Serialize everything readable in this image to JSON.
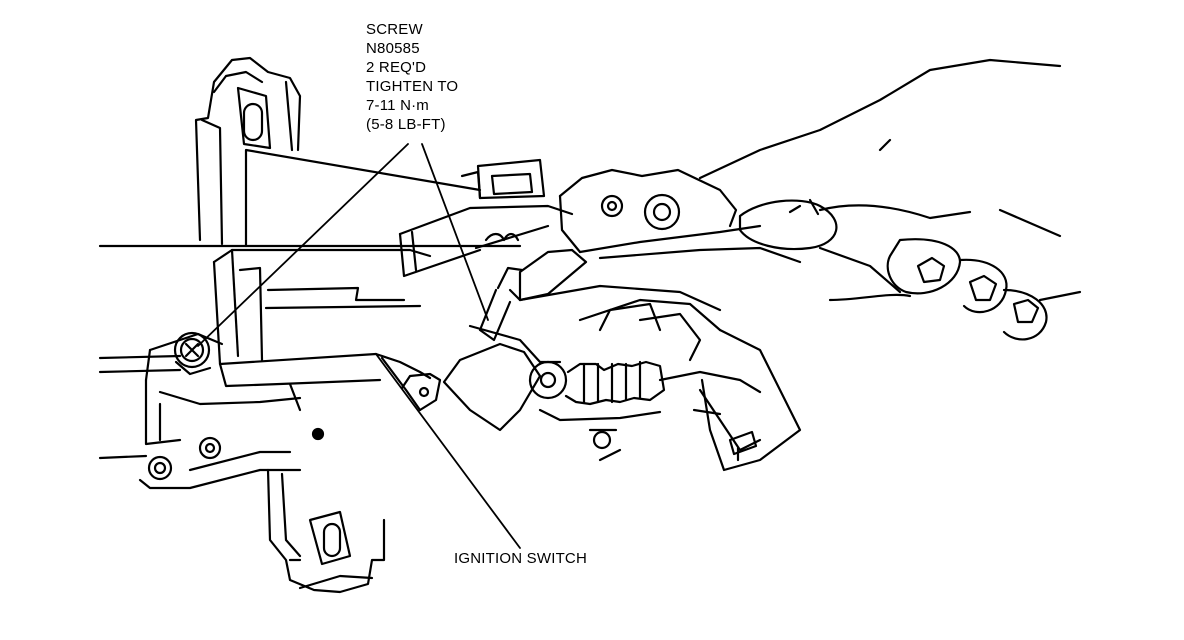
{
  "callouts": {
    "screw": {
      "lines": [
        "SCREW",
        "N80585",
        "2 REQ'D",
        "TIGHTEN TO",
        "7-11 N·m",
        "(5-8 LB-FT)"
      ]
    },
    "ignition_switch": "IGNITION SWITCH"
  },
  "colors": {
    "ink": "#000000",
    "paper": "#ffffff"
  }
}
